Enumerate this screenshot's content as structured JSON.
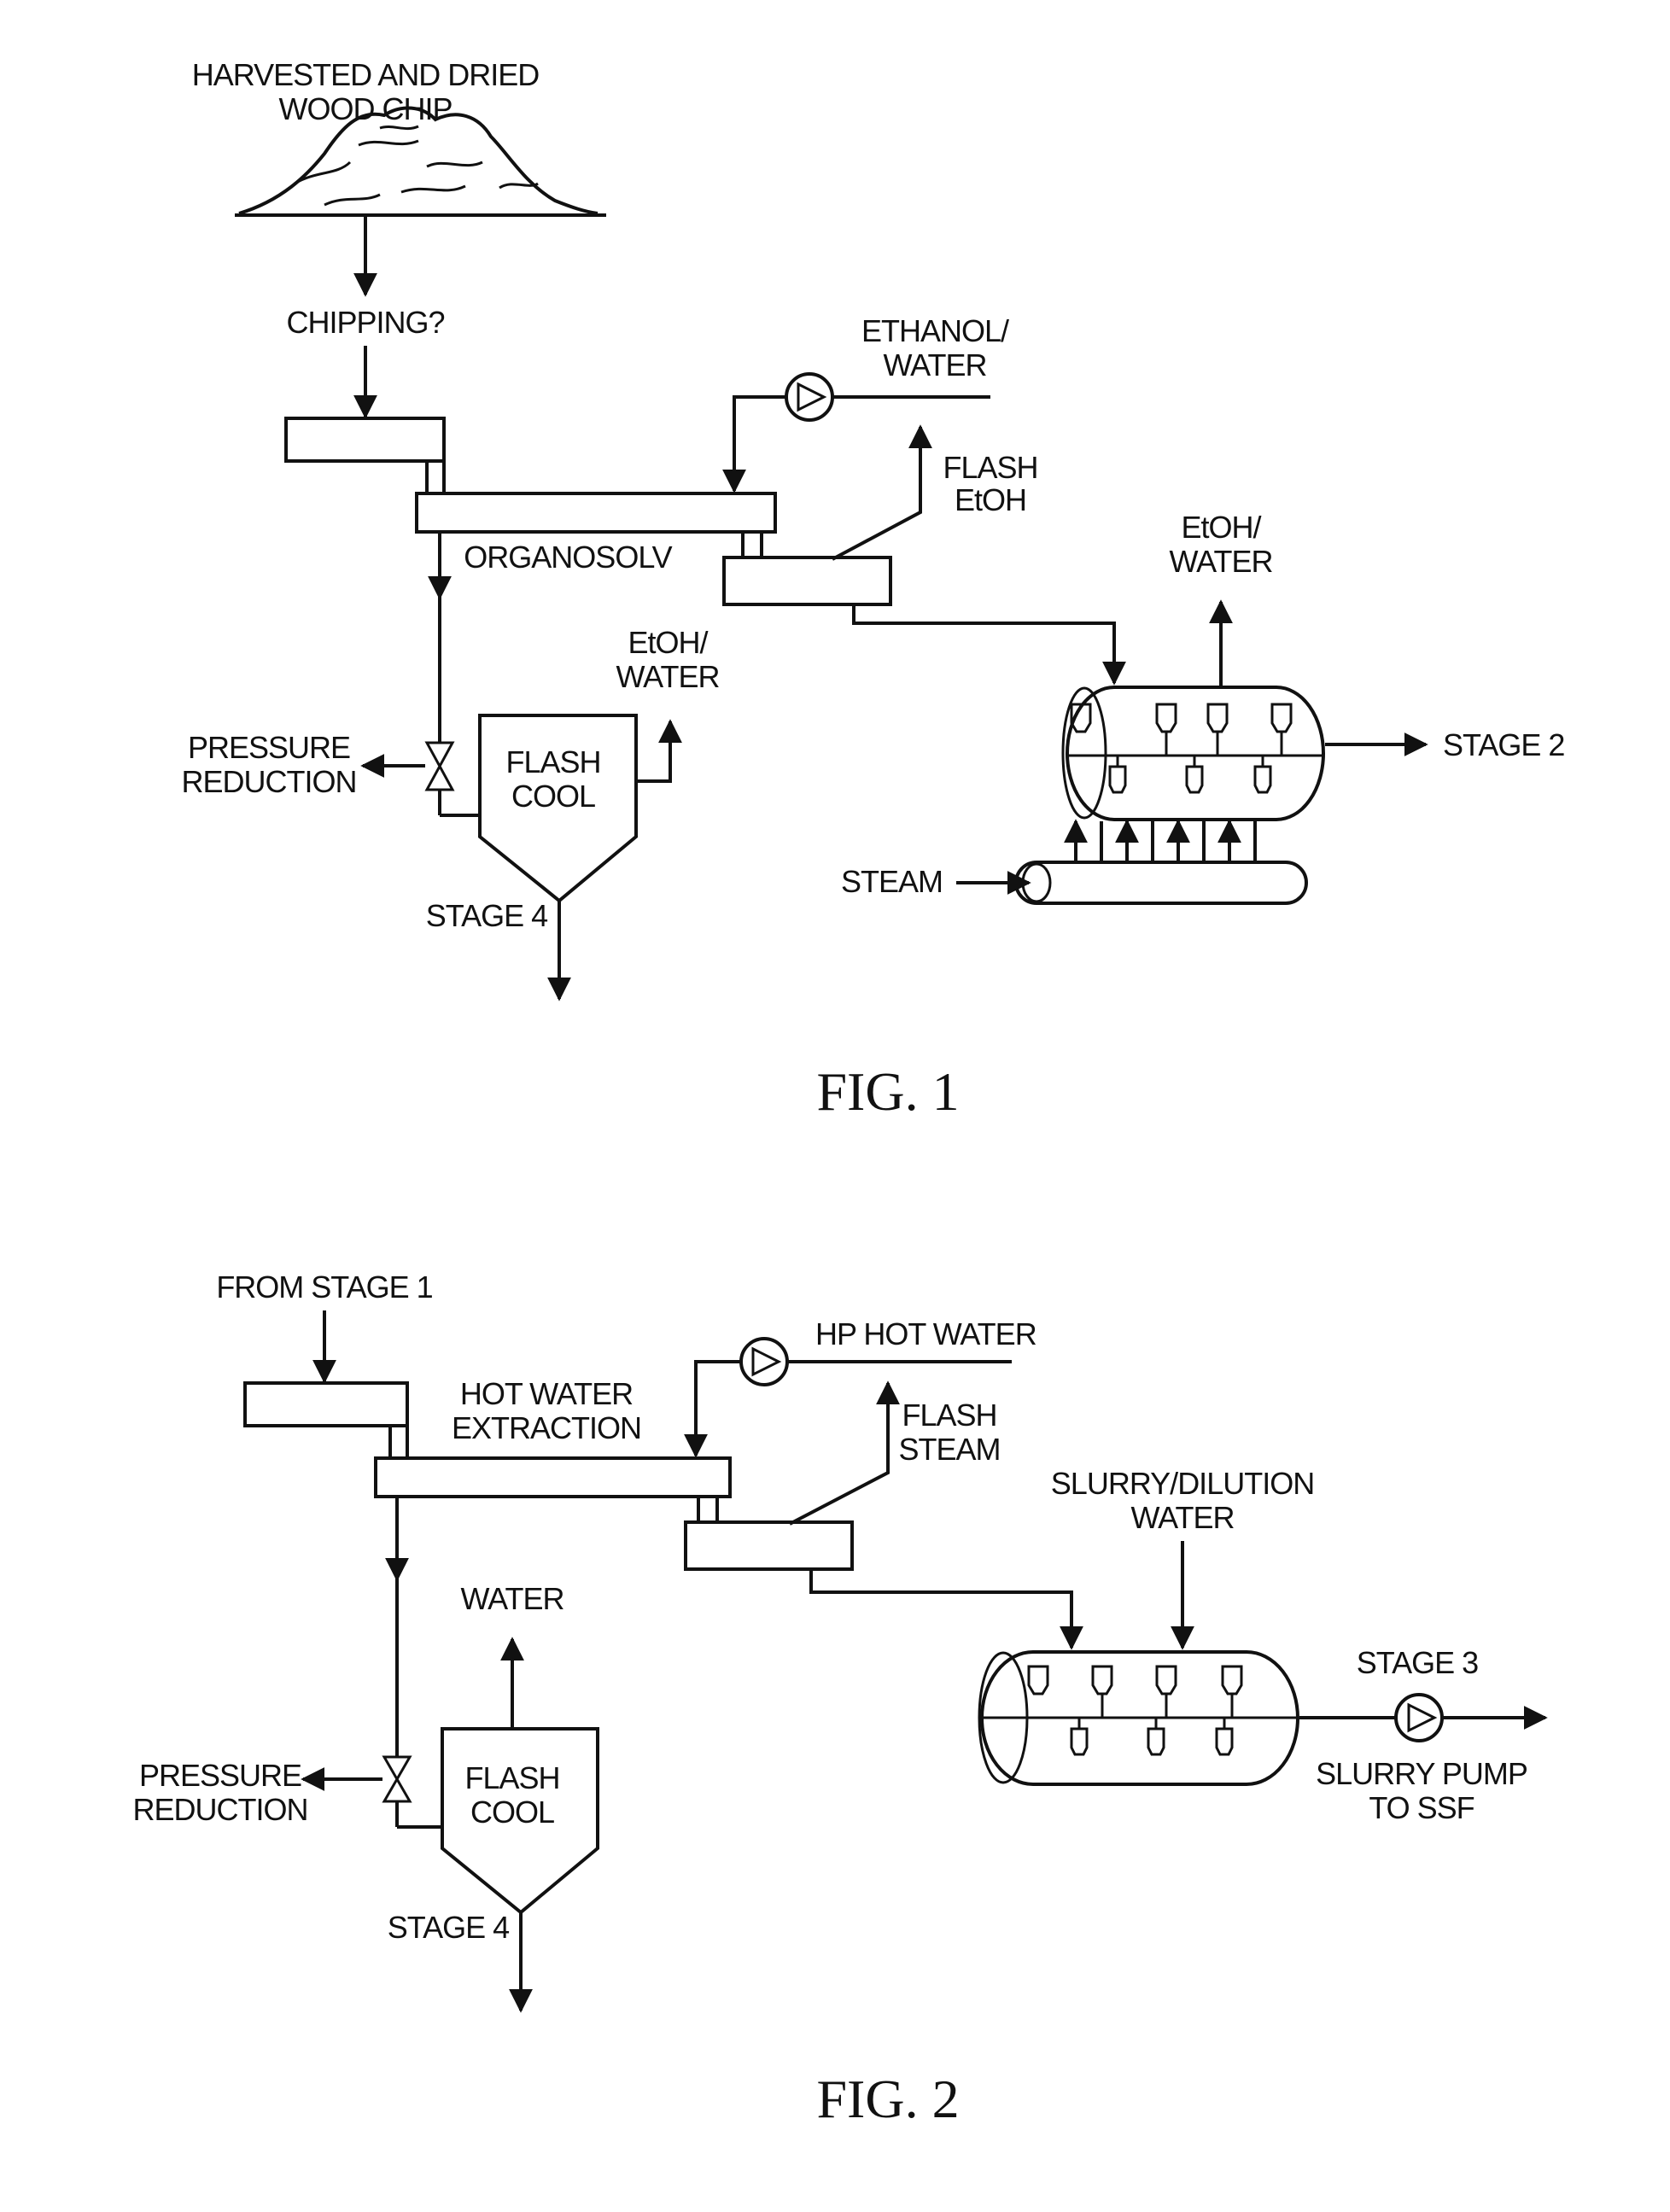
{
  "fig1": {
    "caption": "FIG. 1",
    "wood_chip_label_line1": "HARVESTED AND DRIED",
    "wood_chip_label_line2": "WOOD CHIP",
    "chipping_label": "CHIPPING?",
    "ethanol_water_line1": "ETHANOL/",
    "ethanol_water_line2": "WATER",
    "flash_etoh_line1": "FLASH",
    "flash_etoh_line2": "EtOH",
    "organosolv_label": "ORGANOSOLV",
    "etoh_water_top_line1": "EtOH/",
    "etoh_water_top_line2": "WATER",
    "etoh_water_flash_line1": "EtOH/",
    "etoh_water_flash_line2": "WATER",
    "pressure_line1": "PRESSURE",
    "pressure_line2": "REDUCTION",
    "flash_cool_line1": "FLASH",
    "flash_cool_line2": "COOL",
    "stage4_label": "STAGE 4",
    "stage2_label": "STAGE 2",
    "steam_label": "STEAM"
  },
  "fig2": {
    "caption": "FIG. 2",
    "from_stage1_label": "FROM STAGE 1",
    "hp_hot_water_label": "HP HOT WATER",
    "hot_water_line1": "HOT WATER",
    "hot_water_line2": "EXTRACTION",
    "flash_steam_line1": "FLASH",
    "flash_steam_line2": "STEAM",
    "slurry_line1": "SLURRY/DILUTION",
    "slurry_line2": "WATER",
    "water_label": "WATER",
    "pressure_line1": "PRESSURE",
    "pressure_line2": "REDUCTION",
    "flash_cool_line1": "FLASH",
    "flash_cool_line2": "COOL",
    "stage4_label": "STAGE 4",
    "stage3_label": "STAGE 3",
    "slurry_pump_line1": "SLURRY PUMP",
    "slurry_pump_line2": "TO SSF"
  }
}
